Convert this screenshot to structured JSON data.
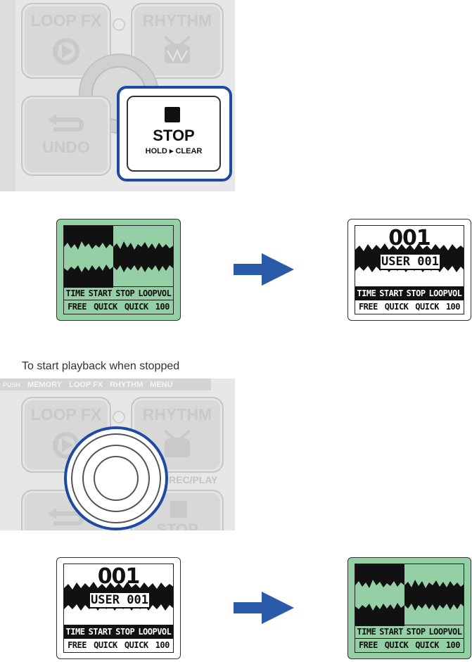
{
  "top_pedal": {
    "loopfx_label": "LOOP FX",
    "rhythm_label": "RHYTHM",
    "undo_label": "UNDO",
    "stop_label": "STOP",
    "hold_clear_label": "HOLD ▸ CLEAR",
    "highlight_color": "#1e4aa6"
  },
  "screen_a": {
    "state": "looping",
    "headers": [
      "TIME",
      "START",
      "STOP",
      "LOOPVOL"
    ],
    "values": [
      "FREE",
      "QUICK",
      "QUICK",
      "100"
    ]
  },
  "screen_b": {
    "memory_number": "001",
    "memory_name": "USER 001",
    "headers": [
      "TIME",
      "START",
      "STOP",
      "LOOPVOL"
    ],
    "values": [
      "FREE",
      "QUICK",
      "QUICK",
      "100"
    ]
  },
  "caption": "To start playback when stopped",
  "bottom_pedal": {
    "push_label": "PUSH",
    "top_labels": [
      "MEMORY",
      "LOOP FX",
      "RHYTHM",
      "MENU"
    ],
    "loopfx_label": "LOOP FX",
    "rhythm_label": "RHYTHM",
    "recplay_label": "REC/PLAY",
    "stop_label": "STOP",
    "highlight_color": "#1e4aa6"
  },
  "screen_c": {
    "memory_number": "001",
    "memory_name": "USER 001",
    "headers": [
      "TIME",
      "START",
      "STOP",
      "LOOPVOL"
    ],
    "values": [
      "FREE",
      "QUICK",
      "QUICK",
      "100"
    ]
  },
  "screen_d": {
    "state": "looping",
    "headers": [
      "TIME",
      "START",
      "STOP",
      "LOOPVOL"
    ],
    "values": [
      "FREE",
      "QUICK",
      "QUICK",
      "100"
    ]
  },
  "arrow_color": "#2a5aa8",
  "lcd_green": "#94cfa5"
}
